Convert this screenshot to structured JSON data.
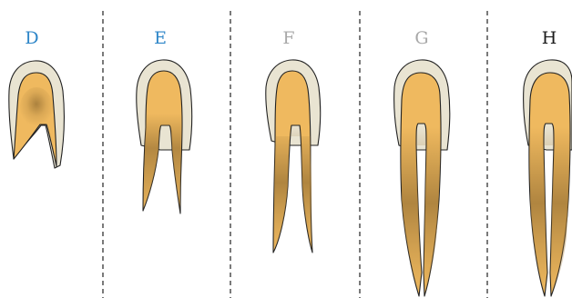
{
  "stages": [
    {
      "label": "D",
      "color": "#2e86c8"
    },
    {
      "label": "E",
      "color": "#2e86c8"
    },
    {
      "label": "F",
      "color": "#a8a8a8"
    },
    {
      "label": "G",
      "color": "#a8a8a8"
    },
    {
      "label": "H",
      "color": "#1a1a1a"
    }
  ],
  "colors": {
    "enamel": "#e9e4d2",
    "dentin": "#efb95f",
    "pulp_shade": "#a07838",
    "outline": "#222222",
    "divider": "#333333"
  }
}
